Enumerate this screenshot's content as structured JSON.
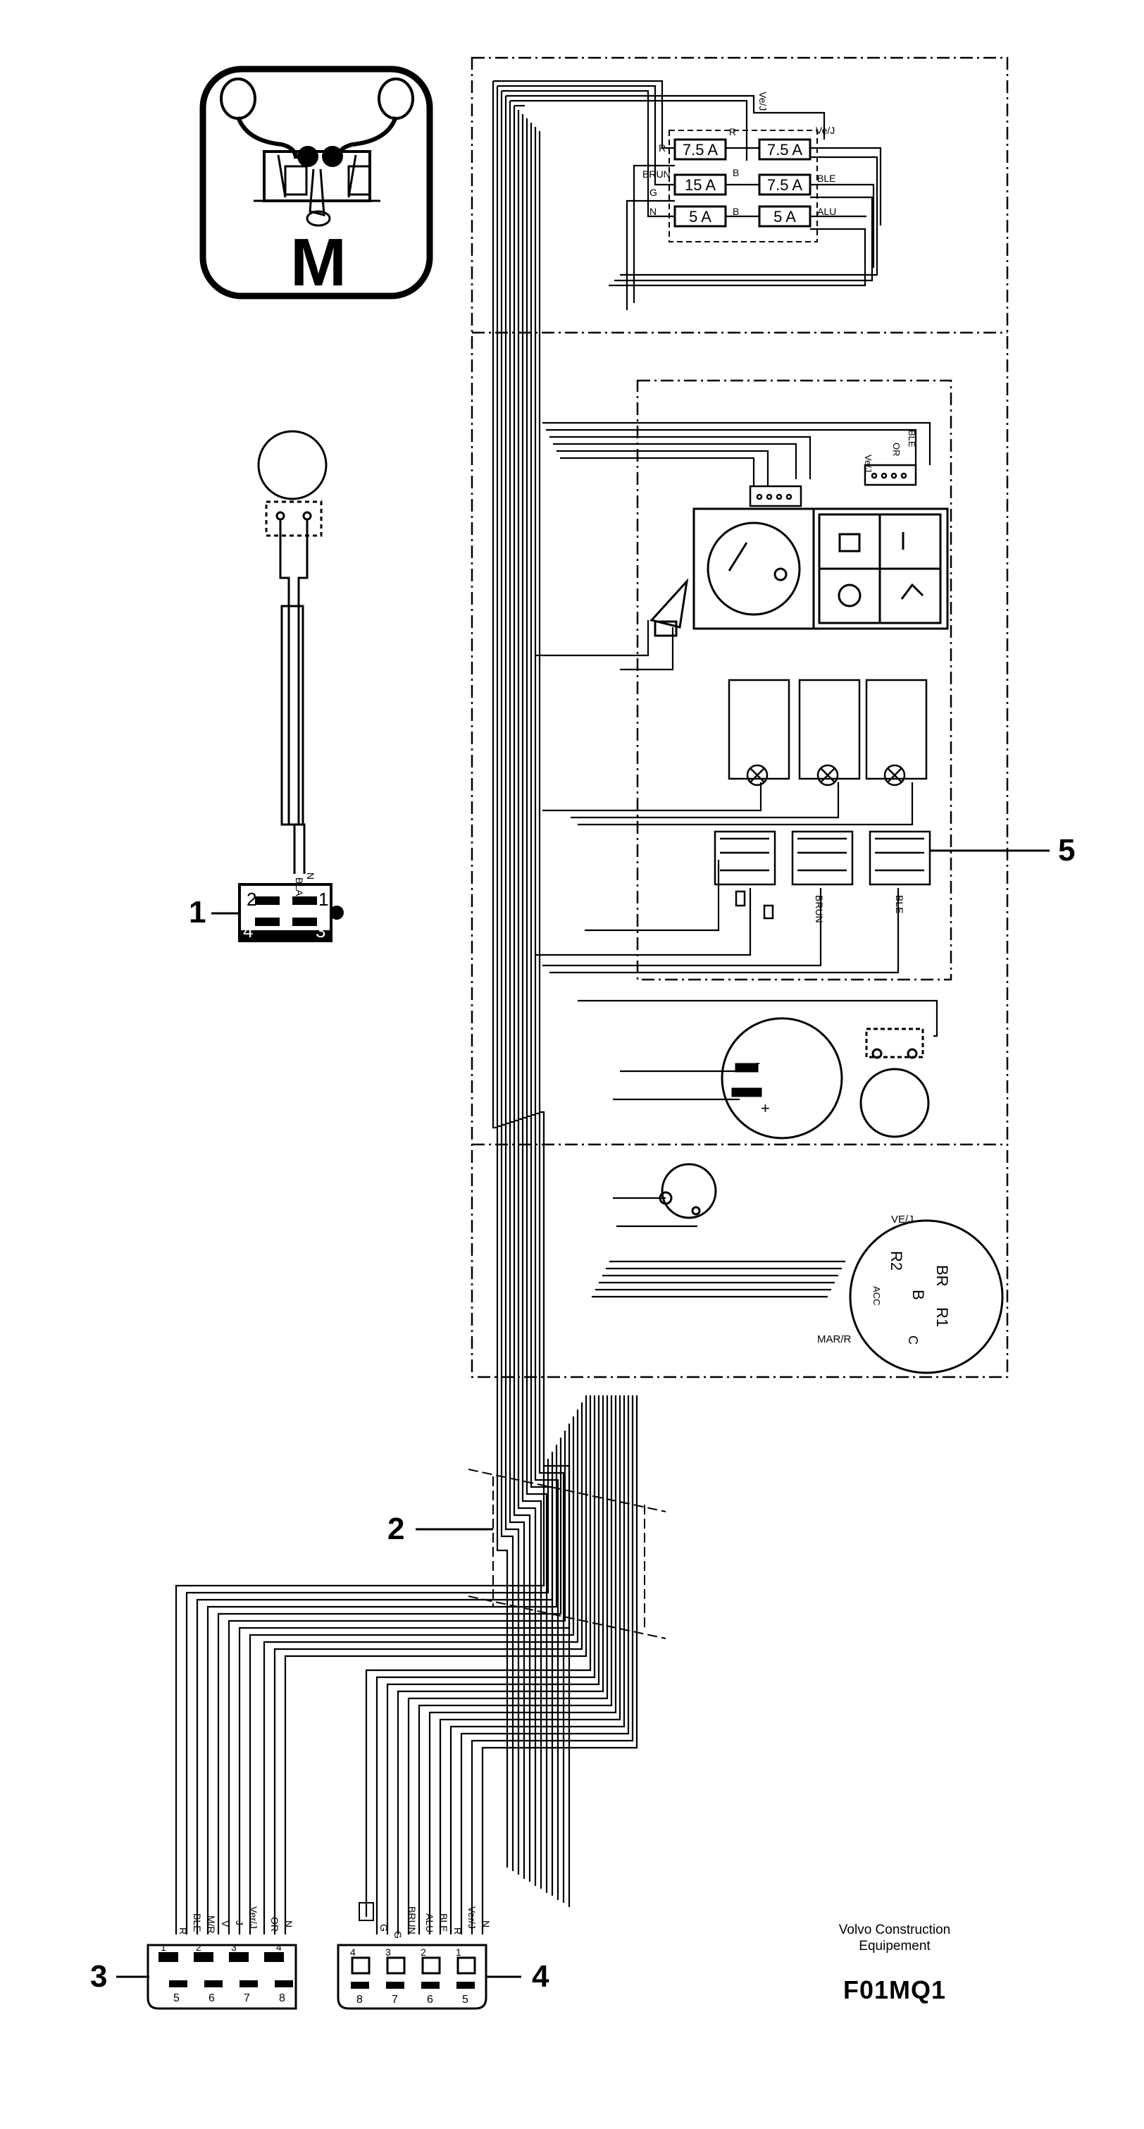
{
  "legend_icon": {
    "letter": "M",
    "icon": "joystick-controls-icon"
  },
  "callouts": {
    "c1": "1",
    "c2": "2",
    "c3": "3",
    "c4": "4",
    "c5": "5"
  },
  "fuses": {
    "f1": "7.5 A",
    "f2": "15 A",
    "f3": "5 A",
    "f4": "7.5 A",
    "f5": "7.5 A",
    "f6": "5 A"
  },
  "wire_labels": {
    "R": "R",
    "BRUN": "BRUN",
    "G": "G",
    "N": "N",
    "B": "B",
    "VEJ": "Ve/J",
    "VEJ2": "VE/J",
    "BLE": "BLE",
    "ALU": "ALU",
    "VERJ": "Ver/J",
    "MAR_R": "MAR/R",
    "OR": "OR",
    "BLA": "BLA",
    "MR": "M/R",
    "J": "J",
    "V": "V",
    "BR": "BR"
  },
  "switch_labels": {
    "R2": "R2",
    "R1": "R1",
    "B": "B",
    "C": "C",
    "ACC": "ACC",
    "BR": "BR"
  },
  "battery": {
    "minus": "-",
    "plus": "+"
  },
  "connector1_pins": [
    "2",
    "1",
    "4",
    "3"
  ],
  "connector3_pins_top": [
    "1",
    "2",
    "3",
    "4"
  ],
  "connector3_pins_bottom": [
    "5",
    "6",
    "7",
    "8"
  ],
  "connector4_pins_top": [
    "4",
    "3",
    "2",
    "1"
  ],
  "connector4_pins_bottom": [
    "8",
    "7",
    "6",
    "5"
  ],
  "caption": {
    "line1": "Volvo Construction",
    "line2": "Equipement",
    "code": "F01MQ1"
  }
}
